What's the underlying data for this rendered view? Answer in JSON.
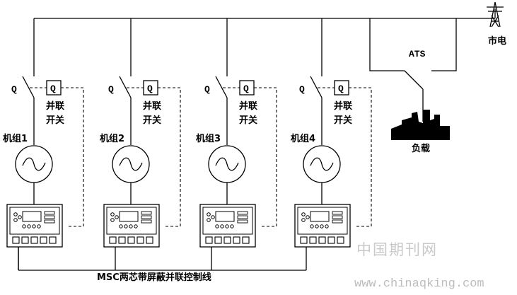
{
  "diagram": {
    "breaker_label": "Q",
    "parallel_switch_label_line1": "并联",
    "parallel_switch_label_line2": "开关",
    "units": [
      {
        "label": "机组1"
      },
      {
        "label": "机组2"
      },
      {
        "label": "机组3"
      },
      {
        "label": "机组4"
      }
    ],
    "ats_label": "ATS",
    "grid_label": "市电",
    "load_label": "负载",
    "control_line_label": "MSC两芯带屏蔽并联控制线",
    "icons": {
      "generator": "ac-generator-icon",
      "controller": "genset-controller-icon",
      "grid": "transmission-tower-icon",
      "load": "factory-load-icon"
    }
  },
  "watermark": {
    "chinese": "中国期刊网",
    "url": "www.chinaqking.com"
  }
}
